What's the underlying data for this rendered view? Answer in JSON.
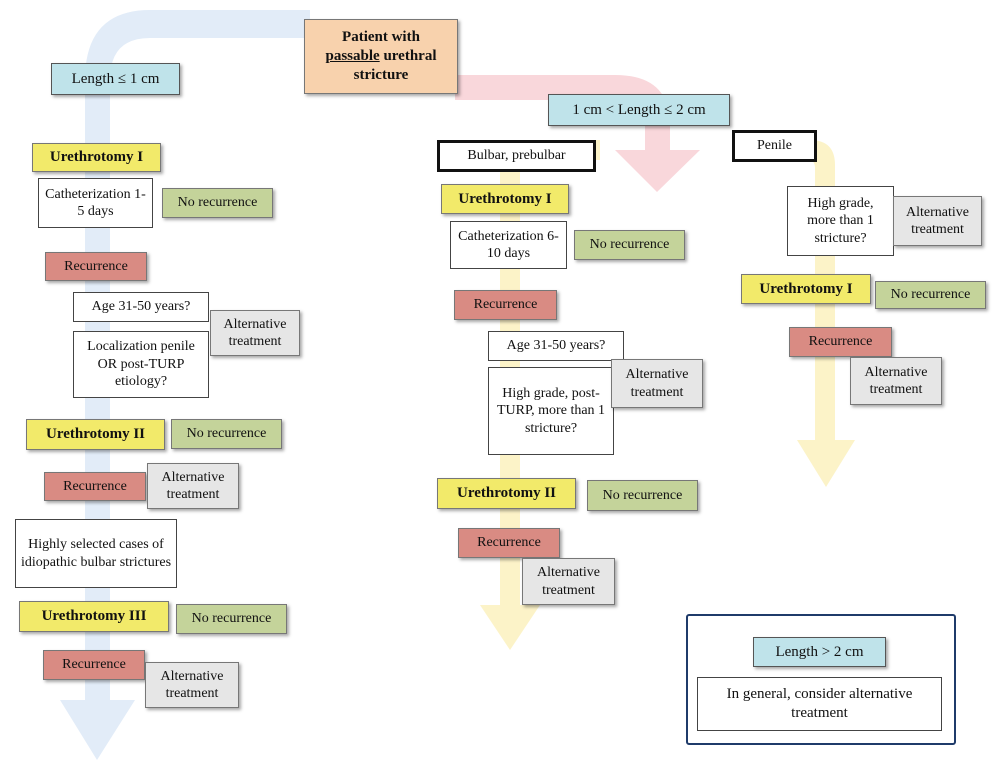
{
  "root": {
    "line1": "Patient with",
    "line2_underlined": "passable",
    "line2_rest": " urethral",
    "line3": "stricture"
  },
  "colors": {
    "blue_box": "#bfe3ea",
    "yellow_box": "#f2ea6a",
    "green_box": "#c4d39a",
    "red_box": "#d98b83",
    "grey_box": "#e6e6e6",
    "orange_box": "#f8d2ad",
    "blue_arrow": "#e2ecf8",
    "yellow_arrow": "#fcf3c8",
    "pink_arrow": "#f9d7db",
    "frame": "#1f3b6a"
  },
  "left": {
    "header": "Length ≤ 1 cm",
    "urethrotomy1": "Urethrotomy I",
    "cath": "Catheterization 1-5 days",
    "no_recurrence1": "No recurrence",
    "recurrence1": "Recurrence",
    "age": "Age 31-50 years?",
    "localization": "Localization penile OR post-TURP etiology?",
    "alternative1": "Alternative treatment",
    "urethrotomy2": "Urethrotomy II",
    "no_recurrence2": "No recurrence",
    "recurrence2": "Recurrence",
    "alternative2": "Alternative treatment",
    "selected": "Highly selected cases of idiopathic bulbar strictures",
    "urethrotomy3": "Urethrotomy III",
    "no_recurrence3": "No recurrence",
    "recurrence3": "Recurrence",
    "alternative3": "Alternative treatment"
  },
  "middle": {
    "header": "1 cm < Length ≤ 2 cm",
    "bulbar": "Bulbar, prebulbar",
    "urethrotomy1": "Urethrotomy I",
    "cath": "Catheterization 6-10 days",
    "no_recurrence1": "No recurrence",
    "recurrence1": "Recurrence",
    "age": "Age 31-50 years?",
    "highgrade": "High grade, post-TURP, more than 1 stricture?",
    "alternative1": "Alternative treatment",
    "urethrotomy2": "Urethrotomy II",
    "no_recurrence2": "No recurrence",
    "recurrence2": "Recurrence",
    "alternative2": "Alternative treatment"
  },
  "penile": {
    "header": "Penile",
    "highgrade": "High grade, more than 1 stricture?",
    "alternative1": "Alternative treatment",
    "urethrotomy1": "Urethrotomy I",
    "no_recurrence1": "No recurrence",
    "recurrence1": "Recurrence",
    "alternative2": "Alternative treatment"
  },
  "long": {
    "header": "Length > 2 cm",
    "text": "In general, consider alternative treatment"
  }
}
